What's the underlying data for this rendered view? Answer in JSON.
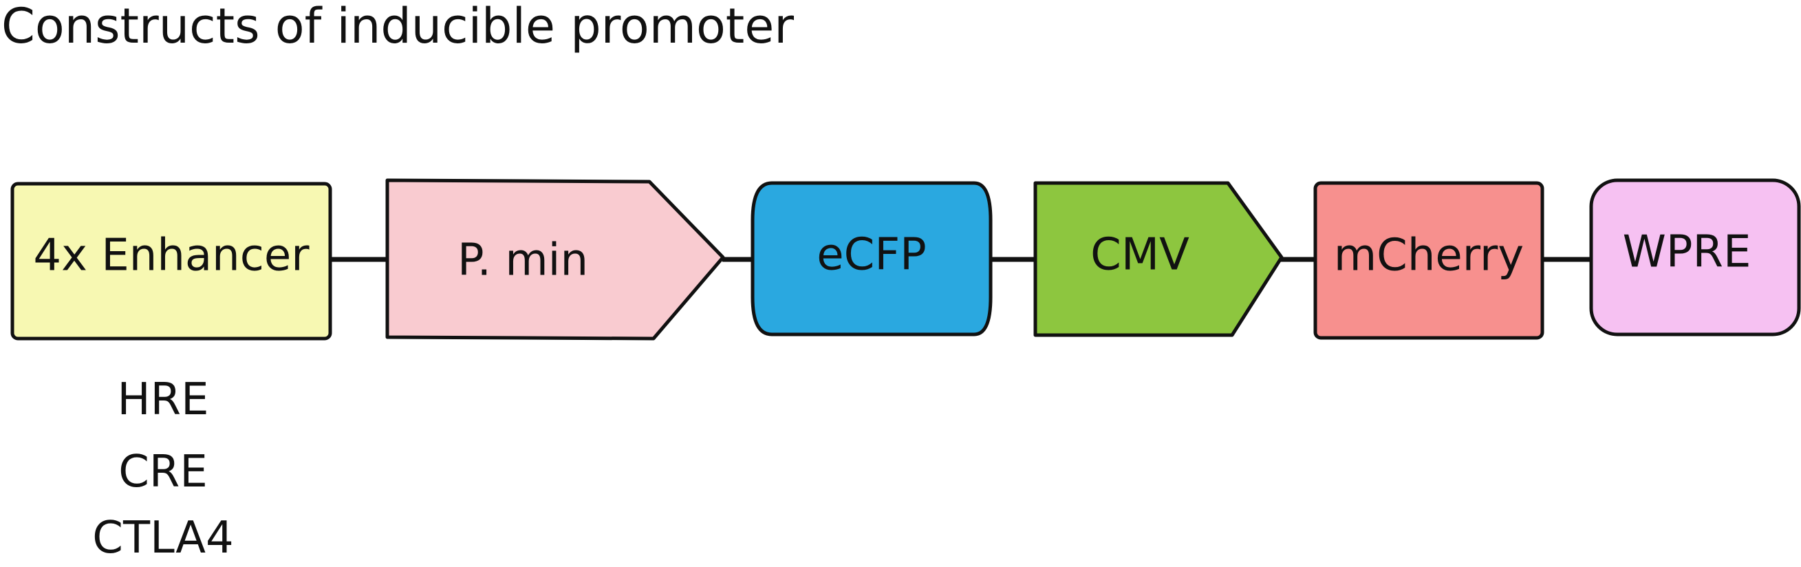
{
  "title": "Constructs of inducible promoter",
  "elements": [
    {
      "id": "enhancer",
      "label": "4x Enhancer",
      "shape": "rect",
      "color": "#f7f8b2"
    },
    {
      "id": "pmin",
      "label": "P. min",
      "shape": "arrow",
      "color": "#f9cbd0"
    },
    {
      "id": "ecfp",
      "label": "eCFP",
      "shape": "cds",
      "color": "#2aa8e0"
    },
    {
      "id": "cmv",
      "label": "CMV",
      "shape": "arrow",
      "color": "#8dc63f"
    },
    {
      "id": "mcherry",
      "label": "mCherry",
      "shape": "rect",
      "color": "#f7908e"
    },
    {
      "id": "wpre",
      "label": "WPRE",
      "shape": "rounded",
      "color": "#f6c1f2"
    }
  ],
  "enhancer_variants": [
    "HRE",
    "CRE",
    "CTLA4"
  ],
  "colors": {
    "outline": "#111111",
    "backbone": "#111111"
  }
}
